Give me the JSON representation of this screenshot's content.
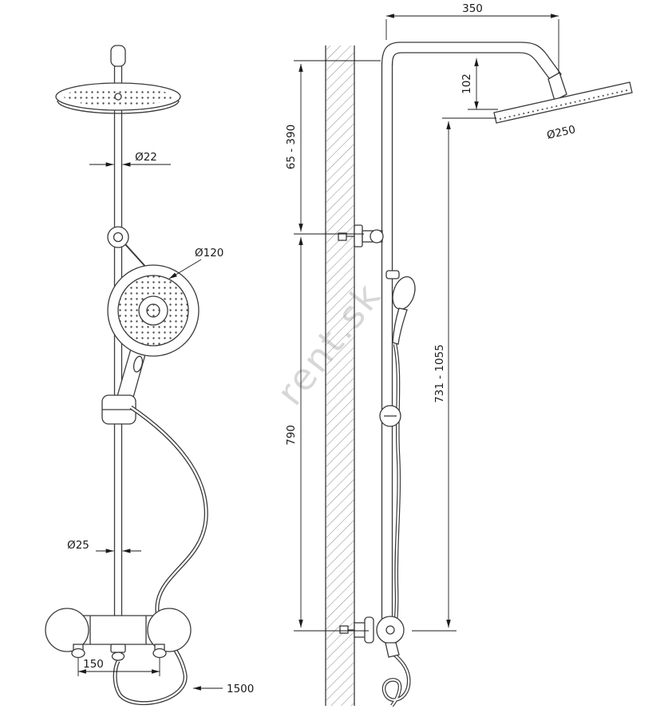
{
  "watermark_text": "rent.sk",
  "front_view": {
    "pipe_diameter": "Ø22",
    "hand_shower_diameter": "Ø120",
    "lower_pipe_diameter": "Ø25",
    "connection_spacing": "150",
    "hose_length": "1500"
  },
  "side_view": {
    "arm_length": "350",
    "head_drop": "102",
    "head_diameter": "Ø250",
    "upper_range": "65 - 390",
    "bar_height": "790",
    "lower_range": "731 - 1055"
  }
}
